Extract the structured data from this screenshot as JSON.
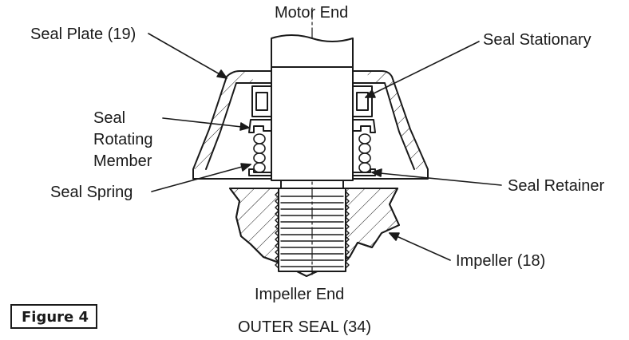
{
  "labels": {
    "motor_end": "Motor End",
    "seal_plate": "Seal Plate (19)",
    "seal_stationary": "Seal Stationary",
    "seal_rotating_line1": "Seal",
    "seal_rotating_line2": "Rotating",
    "seal_rotating_line3": "Member",
    "seal_spring": "Seal Spring",
    "seal_retainer": "Seal Retainer",
    "impeller": "Impeller (18)",
    "impeller_end": "Impeller End",
    "figure": "Figure 4",
    "caption": "OUTER SEAL (34)"
  },
  "colors": {
    "ink": "#1a1a1a",
    "background": "#ffffff"
  }
}
